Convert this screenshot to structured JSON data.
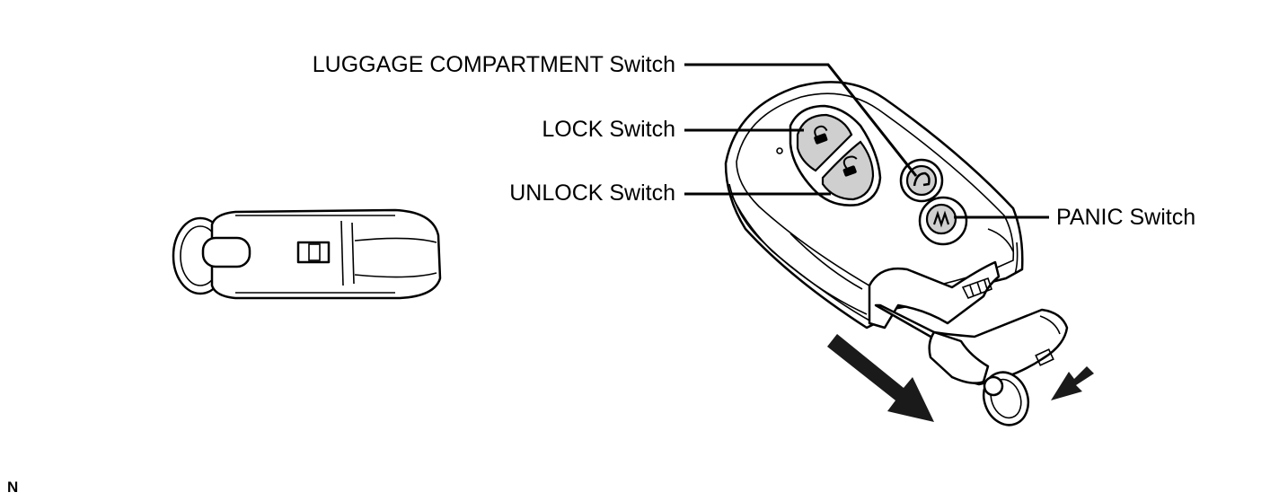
{
  "labels": {
    "luggage": "LUGGAGE COMPARTMENT Switch",
    "lock": "LOCK Switch",
    "unlock": "UNLOCK Switch",
    "panic": "PANIC Switch"
  },
  "corner_mark": "N",
  "icons": [
    "key-fob-side-view",
    "key-fob-front-view",
    "pull-direction-arrow",
    "push-direction-arrow"
  ]
}
